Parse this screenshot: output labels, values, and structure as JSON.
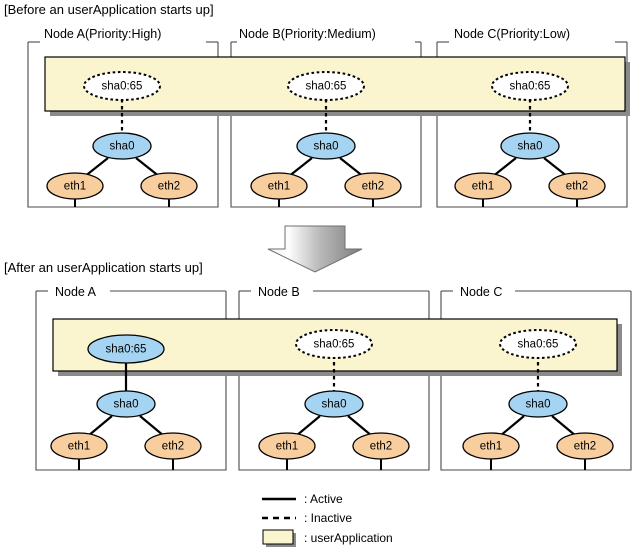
{
  "figure": {
    "title_before": "[Before an userApplication starts up]",
    "title_after": "[After an userApplication starts up]"
  },
  "colors": {
    "user_application_fill": "#FAF5CF",
    "sha_fill": "#A5D4F2",
    "eth_fill": "#F9CE9E",
    "inactive_fill": "#FFFFFF",
    "box_stroke": "#000000",
    "group_stroke": "#4A4A4A",
    "shadow": "#8A8A8A",
    "arrow_light": "#FDFDFD",
    "arrow_dark": "#808080"
  },
  "sections": [
    {
      "id": "before",
      "title": "[Before an userApplication starts up]",
      "nodes": [
        {
          "id": "before-node-a",
          "label": "Node  A(Priority:High)",
          "vip": {
            "label": "sha0:65",
            "state": "inactive"
          },
          "sha": {
            "label": "sha0",
            "state": "active"
          },
          "eths": [
            {
              "label": "eth1"
            },
            {
              "label": "eth2"
            }
          ],
          "vip_link_state": "inactive"
        },
        {
          "id": "before-node-b",
          "label": "Node  B(Priority:Medium)",
          "vip": {
            "label": "sha0:65",
            "state": "inactive"
          },
          "sha": {
            "label": "sha0",
            "state": "active"
          },
          "eths": [
            {
              "label": "eth1"
            },
            {
              "label": "eth2"
            }
          ],
          "vip_link_state": "inactive"
        },
        {
          "id": "before-node-c",
          "label": "Node  C(Priority:Low)",
          "vip": {
            "label": "sha0:65",
            "state": "inactive"
          },
          "sha": {
            "label": "sha0",
            "state": "active"
          },
          "eths": [
            {
              "label": "eth1"
            },
            {
              "label": "eth2"
            }
          ],
          "vip_link_state": "inactive"
        }
      ]
    },
    {
      "id": "after",
      "title": "[After an userApplication starts up]",
      "nodes": [
        {
          "id": "after-node-a",
          "label": "Node A",
          "vip": {
            "label": "sha0:65",
            "state": "active"
          },
          "sha": {
            "label": "sha0",
            "state": "active"
          },
          "eths": [
            {
              "label": "eth1"
            },
            {
              "label": "eth2"
            }
          ],
          "vip_link_state": "active"
        },
        {
          "id": "after-node-b",
          "label": "Node B",
          "vip": {
            "label": "sha0:65",
            "state": "inactive"
          },
          "sha": {
            "label": "sha0",
            "state": "active"
          },
          "eths": [
            {
              "label": "eth1"
            },
            {
              "label": "eth2"
            }
          ],
          "vip_link_state": "inactive"
        },
        {
          "id": "after-node-c",
          "label": "Node C",
          "vip": {
            "label": "sha0:65",
            "state": "inactive"
          },
          "sha": {
            "label": "sha0",
            "state": "active"
          },
          "eths": [
            {
              "label": "eth1"
            },
            {
              "label": "eth2"
            }
          ],
          "vip_link_state": "inactive"
        }
      ]
    }
  ],
  "legend": {
    "items": [
      {
        "key": "active",
        "symbol": "solid-line",
        "label": ": Active"
      },
      {
        "key": "inactive",
        "symbol": "dashed-line",
        "label": ": Inactive"
      },
      {
        "key": "userapplication",
        "symbol": "yellow-swatch",
        "label": ": userApplication"
      }
    ]
  },
  "transition_arrow": {
    "direction": "down",
    "name": "transition-arrow"
  }
}
